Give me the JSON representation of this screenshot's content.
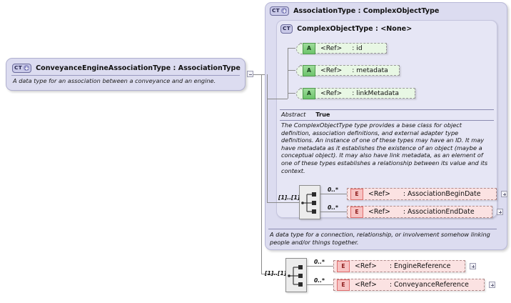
{
  "diagram": {
    "type": "xsd-schema-diagram",
    "background": "#ffffff",
    "colors": {
      "complex_type_fill": "#dcdcf0",
      "attribute_fill": "#e8f7e4",
      "element_fill": "#fbe2e2",
      "sequence_fill": "#ececec",
      "connector": "#8a8a8a"
    }
  },
  "root_type": {
    "badge": "CT",
    "badge_icon": "plus-circle-icon",
    "title": "ConveyanceEngineAssociationType : AssociationType",
    "documentation": "A data type for an association between a conveyance and an engine.",
    "collapse_icon": "minus-expander-icon"
  },
  "association_type": {
    "badge": "CT",
    "badge_icon": "plus-circle-icon",
    "title": "AssociationType : ComplexObjectType",
    "documentation": "A data type for a connection, relationship, or involvement somehow linking people and/or things together.",
    "sequence": {
      "icon": "sequence-icon",
      "cardinality": "[1]..[1]",
      "elements": [
        {
          "badge": "E",
          "occurrence": "0..*",
          "ref": "<Ref>",
          "name": ": AssociationBeginDate",
          "expander": "plus-expander-icon"
        },
        {
          "badge": "E",
          "occurrence": "0..*",
          "ref": "<Ref>",
          "name": ": AssociationEndDate",
          "expander": "plus-expander-icon"
        }
      ]
    }
  },
  "complex_object_type": {
    "badge": "CT",
    "title": "ComplexObjectType : <None>",
    "attributes": [
      {
        "badge": "A",
        "ref": "<Ref>",
        "name": ": id"
      },
      {
        "badge": "A",
        "ref": "<Ref>",
        "name": ": metadata"
      },
      {
        "badge": "A",
        "ref": "<Ref>",
        "name": ": linkMetadata"
      }
    ],
    "abstract_label": "Abstract",
    "abstract_value": "True",
    "documentation": "The ComplexObjectType type provides a base class for object definition, association definitions, and external adapter type definitions. An instance of one of these types may have an ID. It may have metadata as it establishes the existence of an object (maybe a conceptual object). It may also have link metadata, as an element of one of these types establishes a relationship between its value and its context."
  },
  "root_sequence": {
    "icon": "sequence-icon",
    "cardinality": "[1]..[1]",
    "elements": [
      {
        "badge": "E",
        "occurrence": "0..*",
        "ref": "<Ref>",
        "name": ": EngineReference",
        "expander": "plus-expander-icon"
      },
      {
        "badge": "E",
        "occurrence": "0..*",
        "ref": "<Ref>",
        "name": ": ConveyanceReference",
        "expander": "plus-expander-icon"
      }
    ]
  }
}
